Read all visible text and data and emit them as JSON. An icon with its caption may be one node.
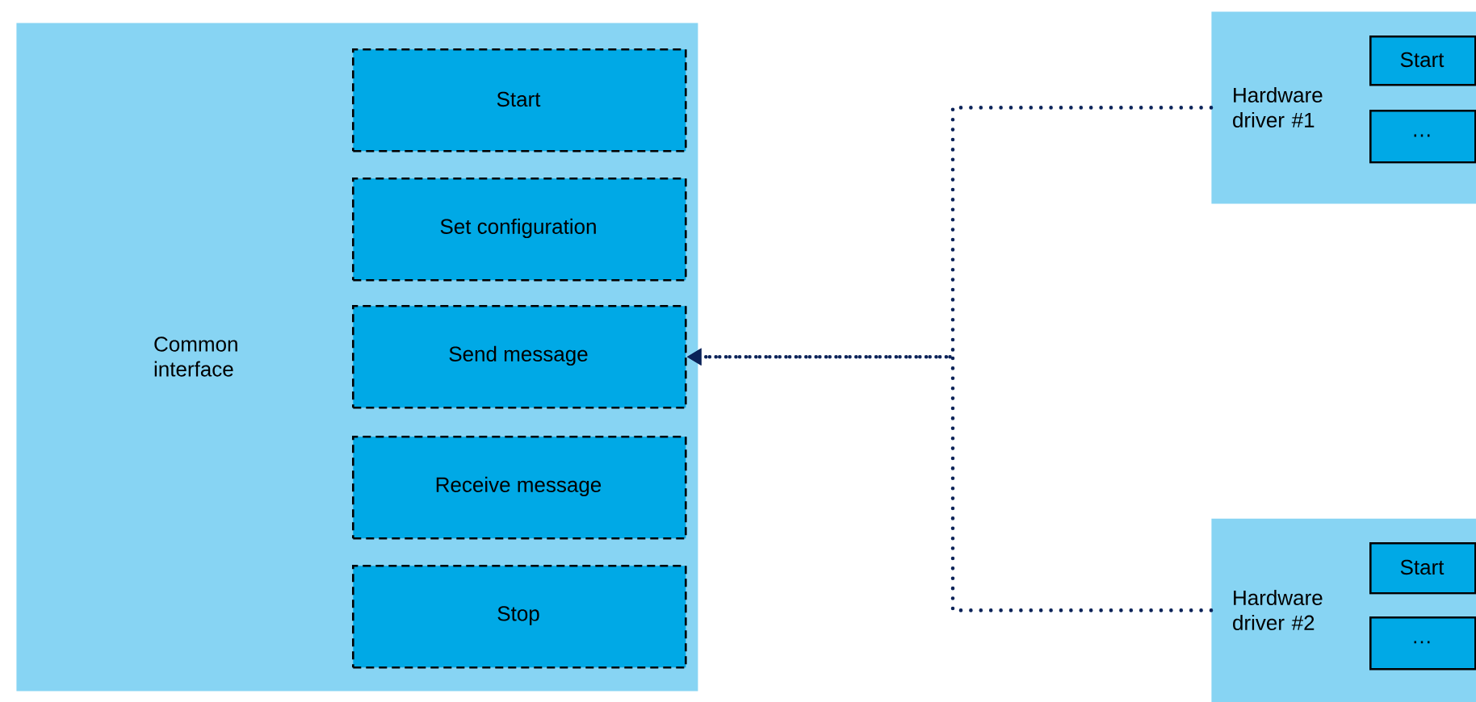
{
  "diagram": {
    "nodes": [
      {
        "text": [
          "Common interface"
        ]
      },
      {
        "text": [
          "Start"
        ],
        "in": 0
      },
      {
        "text": [
          "Set configuration"
        ],
        "in": 0
      },
      {
        "text": [
          "Send message"
        ],
        "in": 0
      },
      {
        "text": [
          "Receive message"
        ],
        "in": 0
      },
      {
        "text": [
          "Stop"
        ],
        "in": 0
      },
      {
        "text": [
          "Hardware driver #1"
        ]
      },
      {
        "text": [
          "Start"
        ],
        "in": 6
      },
      {
        "text": [
          "…"
        ],
        "in": 6
      },
      {
        "text": [
          "Hardware driver #2"
        ]
      },
      {
        "text": [
          "Start"
        ],
        "in": 9
      },
      {
        "text": [
          "…"
        ],
        "in": 9
      }
    ],
    "edges": [
      {
        "from": 6,
        "to": 3,
        "arrow": "to"
      },
      {
        "from": 9,
        "to": 3,
        "arrow": "to"
      }
    ]
  }
}
